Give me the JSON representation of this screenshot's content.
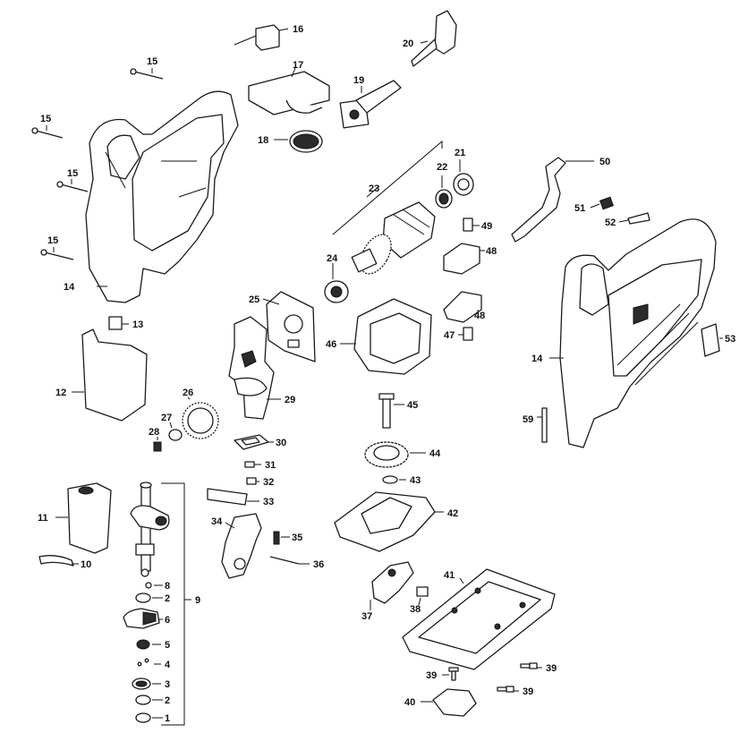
{
  "callouts": {
    "c1": "1",
    "c2a": "2",
    "c2b": "2",
    "c3": "3",
    "c4": "4",
    "c5": "5",
    "c6": "6",
    "c8": "8",
    "c9": "9",
    "c10": "10",
    "c11": "11",
    "c12": "12",
    "c13": "13",
    "c14a": "14",
    "c14b": "14",
    "c15a": "15",
    "c15b": "15",
    "c15c": "15",
    "c15d": "15",
    "c16": "16",
    "c17": "17",
    "c18": "18",
    "c19": "19",
    "c20": "20",
    "c21": "21",
    "c22": "22",
    "c23": "23",
    "c24": "24",
    "c25": "25",
    "c26": "26",
    "c27": "27",
    "c28": "28",
    "c29": "29",
    "c30": "30",
    "c31": "31",
    "c32": "32",
    "c33": "33",
    "c34": "34",
    "c35": "35",
    "c36": "36",
    "c37": "37",
    "c38": "38",
    "c39a": "39",
    "c39b": "39",
    "c39c": "39",
    "c40": "40",
    "c41": "41",
    "c42": "42",
    "c43": "43",
    "c44": "44",
    "c45": "45",
    "c46": "46",
    "c47": "47",
    "c48a": "48",
    "c48b": "48",
    "c49": "49",
    "c50": "50",
    "c51": "51",
    "c52": "52",
    "c53": "53",
    "c59": "59"
  }
}
